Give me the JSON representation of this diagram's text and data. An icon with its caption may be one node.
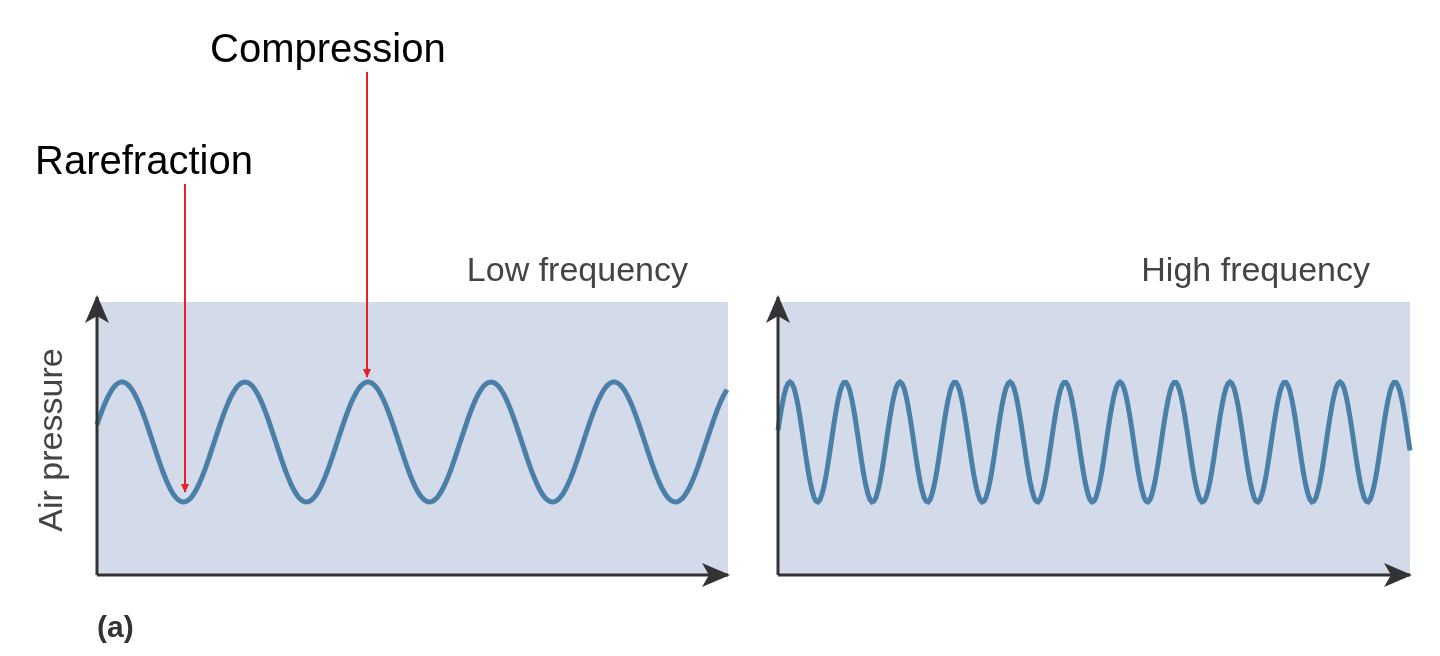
{
  "diagram": {
    "nodes": [
      {
        "text": [
          "Rarefraction"
        ]
      },
      {
        "text": [
          "Compression"
        ]
      },
      {
        "text": [
          "Low frequency"
        ],
        "beside": [
          "Air pressure"
        ]
      },
      {
        "text": [
          "High frequency"
        ]
      }
    ],
    "edges": [
      {
        "from": 0,
        "to": 2,
        "arrow": "to"
      },
      {
        "from": 1,
        "to": 2,
        "arrow": "to"
      }
    ],
    "labels": [
      "(a)"
    ]
  }
}
